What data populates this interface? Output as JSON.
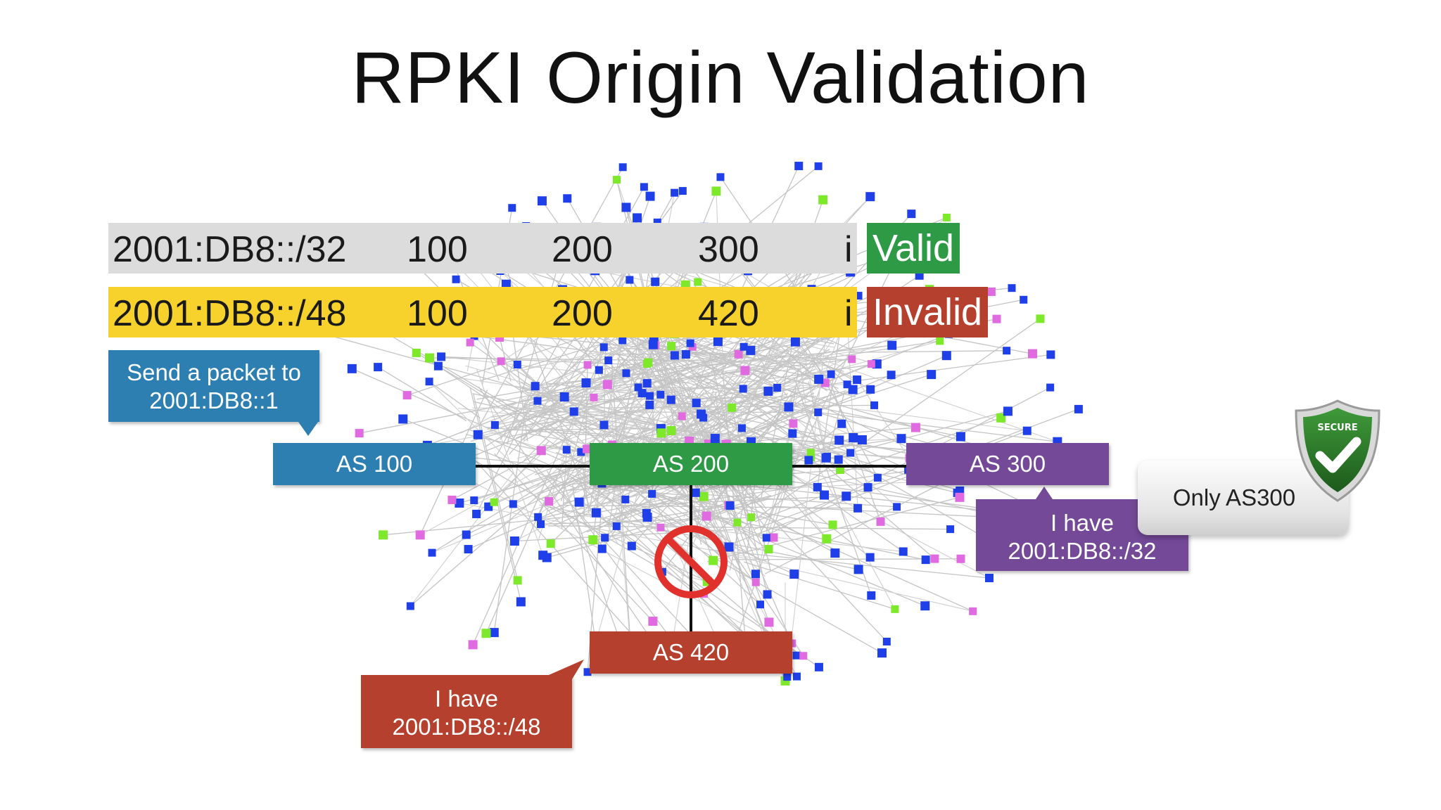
{
  "slide": {
    "title": "RPKI Origin Validation"
  },
  "routes": [
    {
      "prefix": "2001:DB8::/32",
      "path": [
        "100",
        "200",
        "300"
      ],
      "origin": "i",
      "status": "Valid",
      "status_color": "#2e9a45",
      "row_color": "#dcdcdc"
    },
    {
      "prefix": "2001:DB8::/48",
      "path": [
        "100",
        "200",
        "420"
      ],
      "origin": "i",
      "status": "Invalid",
      "status_color": "#b5402d",
      "row_color": "#f7d22c"
    }
  ],
  "nodes": {
    "as100": "AS 100",
    "as200": "AS 200",
    "as300": "AS 300",
    "as420": "AS 420"
  },
  "callouts": {
    "send": [
      "Send a packet to",
      "2001:DB8::1"
    ],
    "as300": [
      "I have",
      "2001:DB8::/32"
    ],
    "as420": [
      "I have",
      "2001:DB8::/48"
    ]
  },
  "roa": {
    "text": "Only AS300",
    "badge_text": "SECURE",
    "badge_icon": "shield-check-icon"
  },
  "blocked_icon": "prohibited-icon",
  "colors": {
    "as100": "#2d7fb2",
    "as200": "#2e9a45",
    "as300": "#744998",
    "as420": "#b5402d"
  }
}
